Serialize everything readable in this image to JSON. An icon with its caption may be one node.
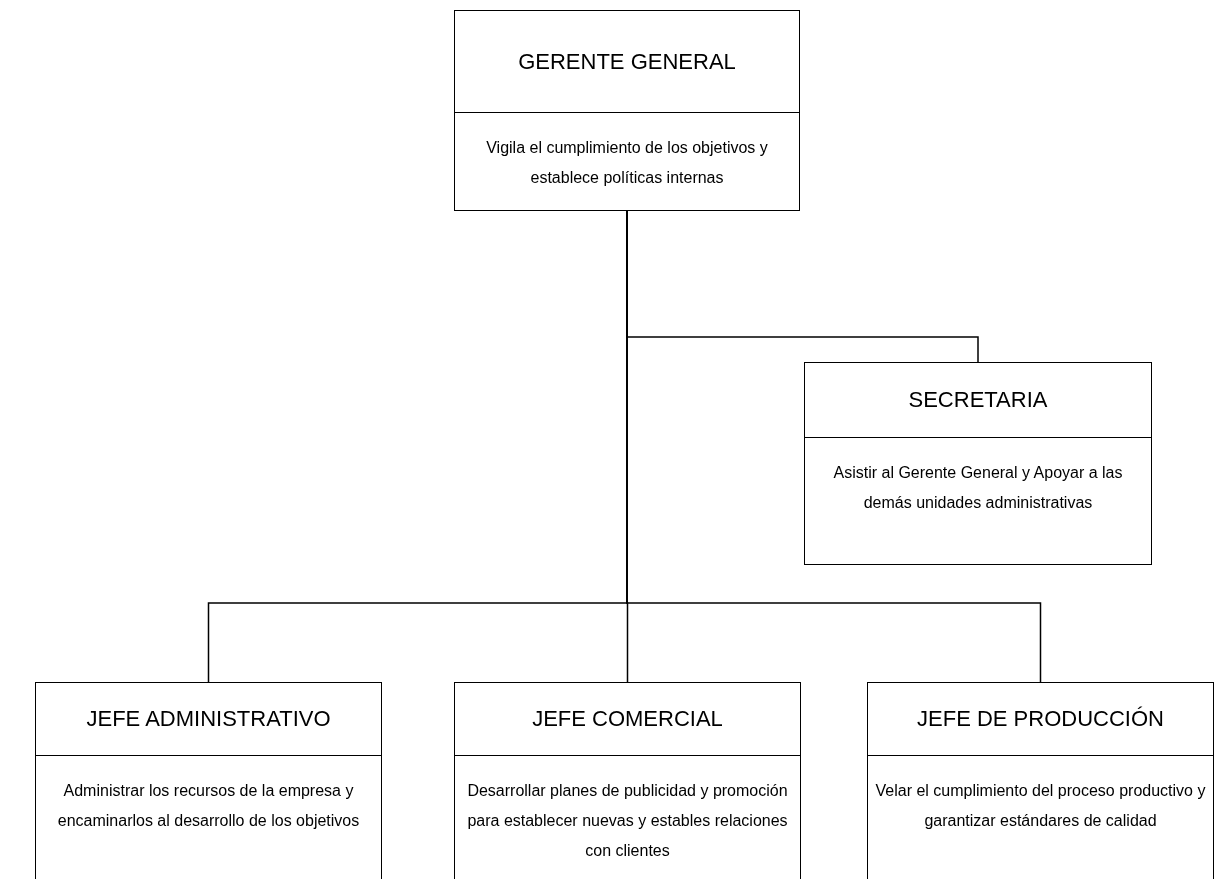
{
  "diagram": {
    "nodes": [
      {
        "text": [
          "GERENTE GENERAL",
          "Vigila el cumplimiento de los objetivos y establece políticas internas"
        ]
      },
      {
        "text": [
          "SECRETARIA",
          "Asistir al Gerente General y Apoyar a las demás unidades administrativas"
        ]
      },
      {
        "text": [
          "JEFE ADMINISTRATIVO",
          "Administrar los recursos de la empresa y encaminarlos al desarrollo de los objetivos"
        ]
      },
      {
        "text": [
          "JEFE COMERCIAL",
          "Desarrollar planes de publicidad y promoción para establecer nuevas y estables relaciones con clientes"
        ]
      },
      {
        "text": [
          "JEFE DE PRODUCCIÓN",
          "Velar el cumplimiento del proceso productivo y garantizar estándares de calidad"
        ]
      }
    ],
    "edges": [
      {
        "from": 0,
        "to": 1,
        "arrow": "none"
      },
      {
        "from": 0,
        "to": 2,
        "arrow": "none"
      },
      {
        "from": 0,
        "to": 3,
        "arrow": "none"
      },
      {
        "from": 0,
        "to": 4,
        "arrow": "none"
      }
    ]
  }
}
